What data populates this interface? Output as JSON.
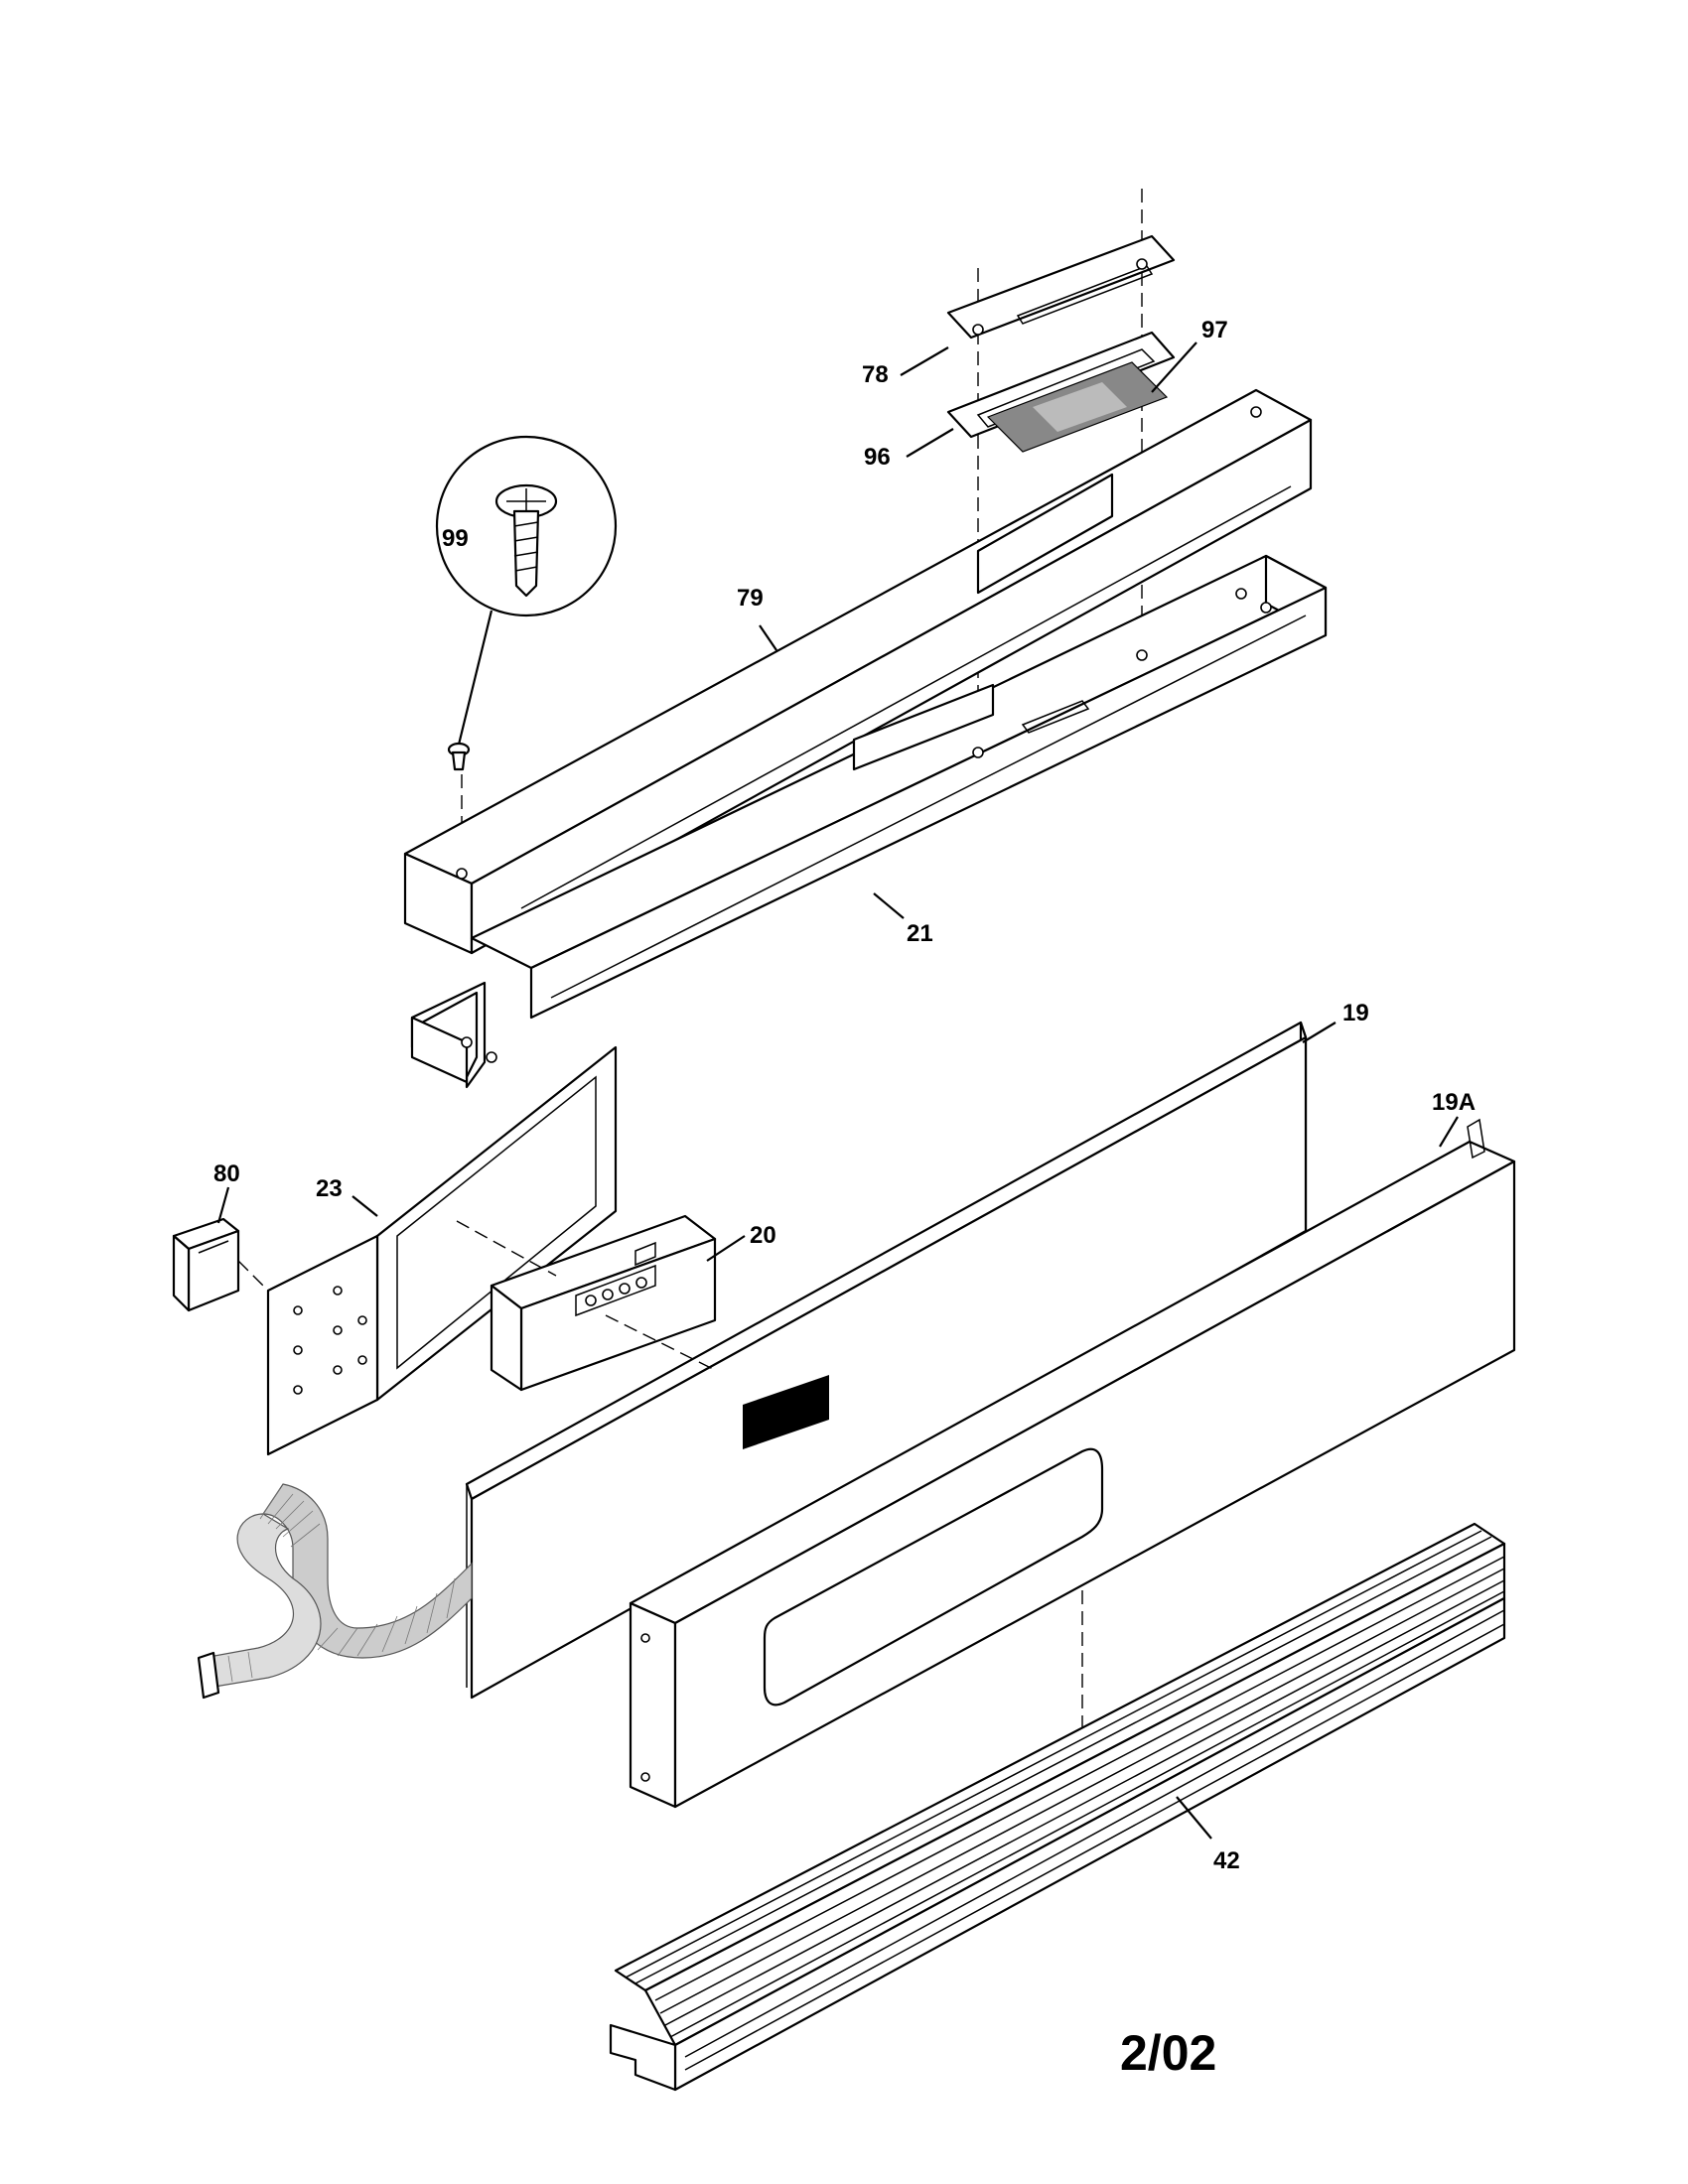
{
  "callouts": {
    "p78": "78",
    "p97": "97",
    "p96": "96",
    "p99": "99",
    "p79": "79",
    "p21": "21",
    "p19": "19",
    "p19a": "19A",
    "p80": "80",
    "p23": "23",
    "p20": "20",
    "p42": "42"
  },
  "footer": {
    "revision": "2/02"
  }
}
